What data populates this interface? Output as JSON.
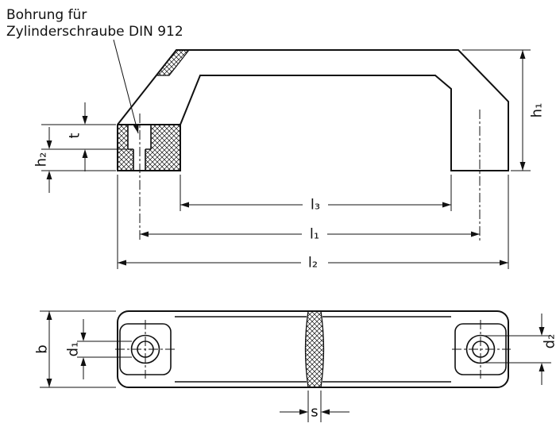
{
  "colors": {
    "line": "#111111",
    "background": "#ffffff",
    "fill": "#ffffff"
  },
  "annotation": {
    "line1": "Bohrung für",
    "line2": "Zylinderschraube DIN 912"
  },
  "side_view": {
    "h1": "h₁",
    "h2": "h₂",
    "t": "t",
    "l1": "l₁",
    "l2": "l₂",
    "l3": "l₃"
  },
  "plan_view": {
    "b": "b",
    "d1": "d₁",
    "d2": "d₂",
    "s": "s"
  }
}
